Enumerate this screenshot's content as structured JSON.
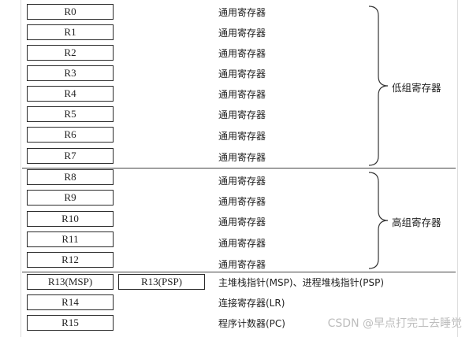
{
  "registers": [
    {
      "name": "R0",
      "desc": "通用寄存器"
    },
    {
      "name": "R1",
      "desc": "通用寄存器"
    },
    {
      "name": "R2",
      "desc": "通用寄存器"
    },
    {
      "name": "R3",
      "desc": "通用寄存器"
    },
    {
      "name": "R4",
      "desc": "通用寄存器"
    },
    {
      "name": "R5",
      "desc": "通用寄存器"
    },
    {
      "name": "R6",
      "desc": "通用寄存器"
    },
    {
      "name": "R7",
      "desc": "通用寄存器"
    },
    {
      "name": "R8",
      "desc": "通用寄存器"
    },
    {
      "name": "R9",
      "desc": "通用寄存器"
    },
    {
      "name": "R10",
      "desc": "通用寄存器"
    },
    {
      "name": "R11",
      "desc": "通用寄存器"
    },
    {
      "name": "R12",
      "desc": "通用寄存器"
    },
    {
      "name": "R13(MSP)",
      "alt_name": "R13(PSP)",
      "desc": "主堆栈指针(MSP)、进程堆栈指针(PSP)"
    },
    {
      "name": "R14",
      "desc": "连接寄存器(LR)"
    },
    {
      "name": "R15",
      "desc": "程序计数器(PC)"
    }
  ],
  "groups": {
    "low": {
      "label": "低组寄存器"
    },
    "high": {
      "label": "高组寄存器"
    }
  },
  "watermark": "CSDN @早点打完工去睡觉"
}
